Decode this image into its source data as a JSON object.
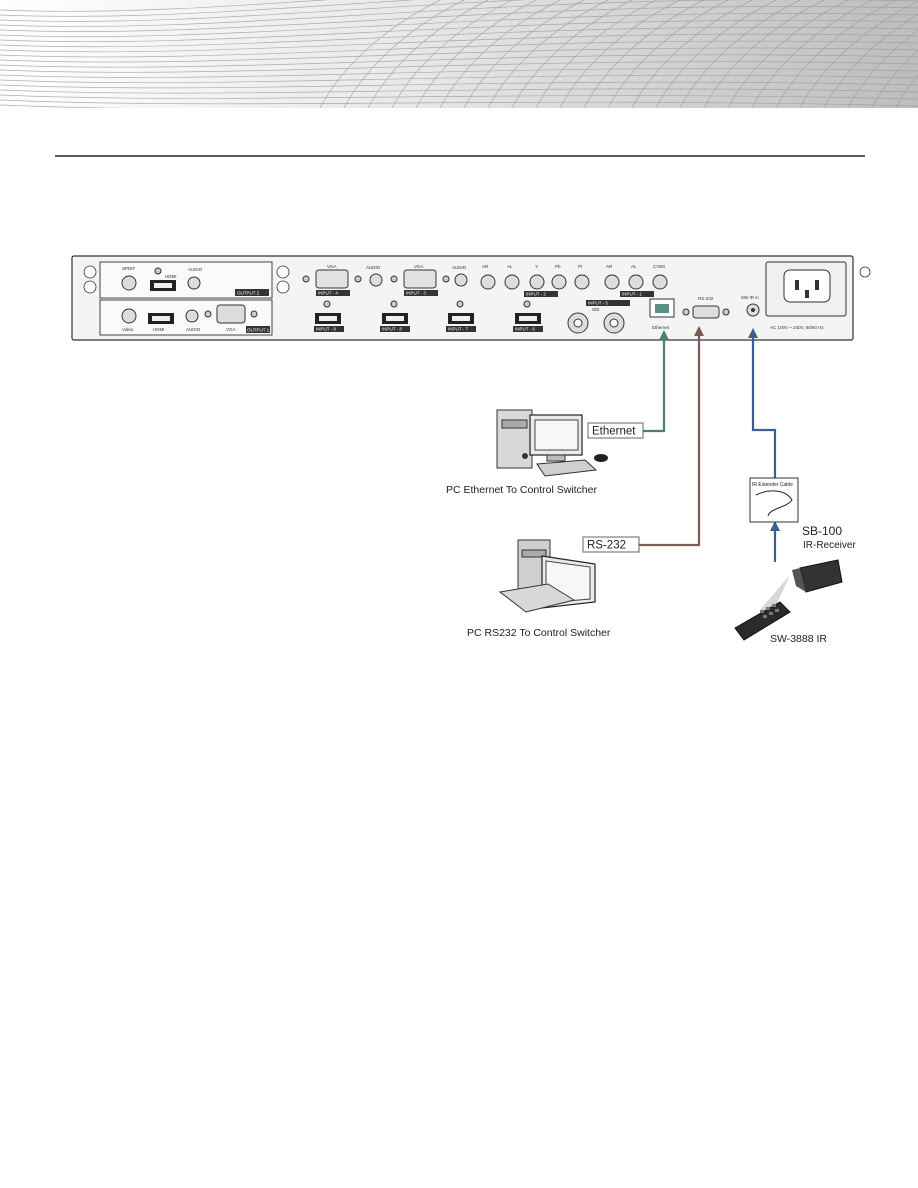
{
  "panel": {
    "labels": {
      "spdif": "SPDIF",
      "hdmi": "HDMI",
      "audio": "AUDIO",
      "video": "Video",
      "vga": "VGA",
      "output_1": "OUTPUT 1",
      "output_2": "OUTPUT 2",
      "input_4": "INPUT - 4",
      "input_3": "INPUT - 3",
      "input_2": "INPUT - 2",
      "input_1": "INPUT - 1",
      "input_9": "INPUT - 9",
      "input_8": "INPUT - 8",
      "input_7": "INPUT - 7",
      "input_6": "INPUT - 6",
      "input_5": "INPUT - 5",
      "sdi": "SDI",
      "ar": "AR",
      "al": "AL",
      "y": "Y",
      "pb": "Pb",
      "pr": "Pr",
      "cvbs": "CVBS",
      "ethernet": "Ethernet",
      "rs232": "RS-232",
      "swirin": "SW IR in",
      "power": "AC 100V ~ 240V, 50/60 Hz"
    }
  },
  "callouts": {
    "ethernet": "Ethernet",
    "rs232": "RS-232",
    "ir_cable": "IR Extender Cable",
    "sb100": "SB-100",
    "ir_receiver": "IR-Receiver",
    "remote": "SW-3888 IR"
  },
  "captions": {
    "pc_ethernet": "PC Ethernet To Control Switcher",
    "pc_rs232": "PC RS232 To Control Switcher"
  },
  "colors": {
    "ethernet_cable": "#4a7f74",
    "rs232_cable": "#7a5a52",
    "ir_cable": "#3c5f8f"
  }
}
